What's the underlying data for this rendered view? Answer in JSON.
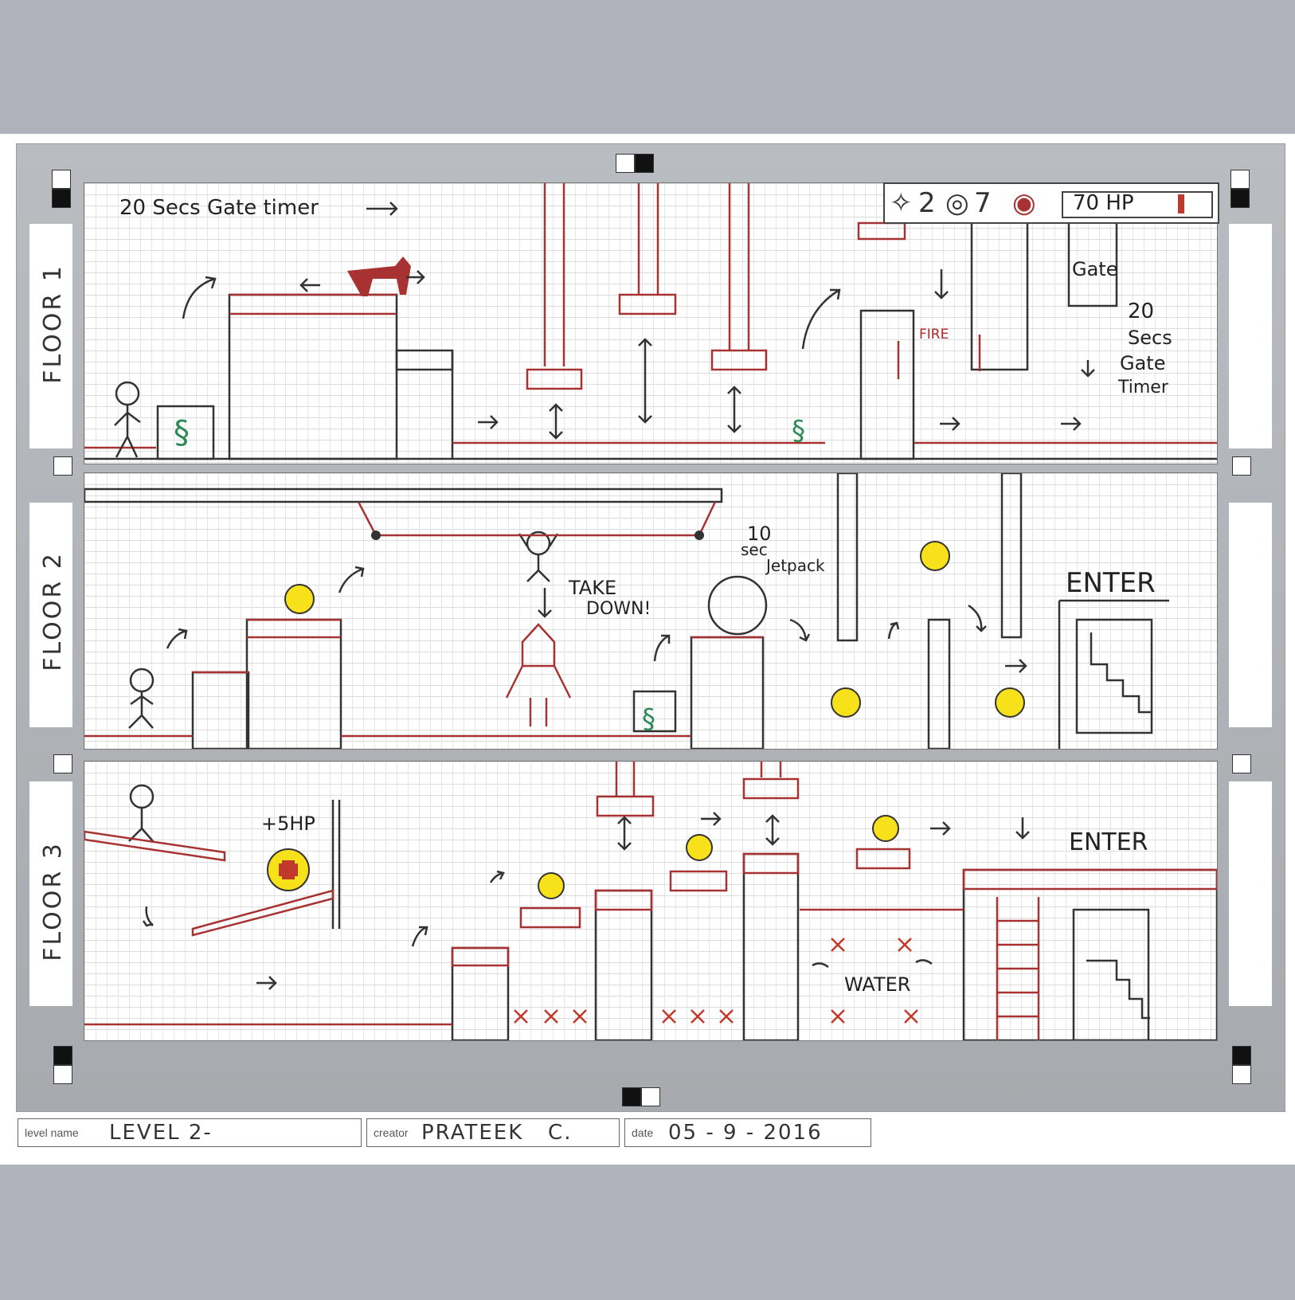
{
  "hud": {
    "stars": "2",
    "coins": "7",
    "hp_label": "70 HP",
    "hp_fraction": 0.7,
    "health_color": "#c0392b"
  },
  "floors": [
    {
      "label": "FLOOR 1"
    },
    {
      "label": "FLOOR 2"
    },
    {
      "label": "FLOOR 3"
    }
  ],
  "notes": {
    "gate_timer_top": "20 Secs Gate timer",
    "fire": "FIRE",
    "gate": "Gate",
    "gate_timer_side": [
      "20",
      "Secs",
      "Gate",
      "Timer"
    ],
    "jetpack": [
      "10",
      "sec",
      "Jetpack"
    ],
    "take_down": [
      "TAKE",
      "DOWN!"
    ],
    "enter_2": "ENTER",
    "plus_hp": "+5HP",
    "enter_3": "ENTER",
    "water": "WATER"
  },
  "footer": {
    "level_name_label": "level name",
    "level_name": "LEVEL 2-",
    "creator_label": "creator",
    "creator": "PRATEEK   C.",
    "date_label": "date",
    "date": "05 - 9 - 2016"
  },
  "colors": {
    "ink": "#333333",
    "red_ink": "#a83232",
    "coin": "#f7e11a",
    "spring": "#2e8b57"
  }
}
